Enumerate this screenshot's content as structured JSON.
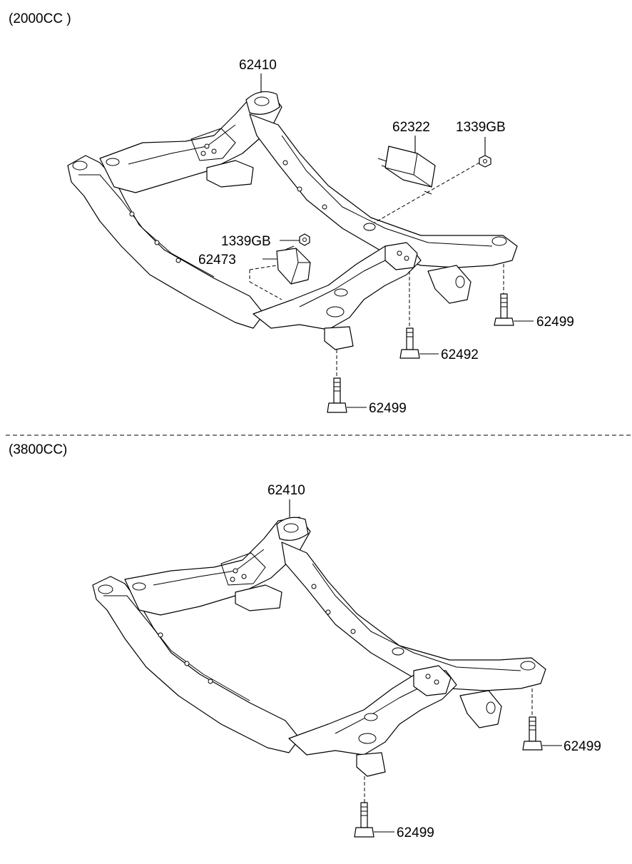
{
  "sections": [
    {
      "label": "(2000CC )",
      "parts": {
        "p62410": "62410",
        "p62322": "62322",
        "p1339gb_top": "1339GB",
        "p1339gb_mid": "1339GB",
        "p62473": "62473",
        "p62499_right": "62499",
        "p62492": "62492",
        "p62499_bottom": "62499"
      }
    },
    {
      "label": "(3800CC)",
      "parts": {
        "p62410": "62410",
        "p62499_right": "62499",
        "p62499_bottom": "62499"
      }
    }
  ]
}
